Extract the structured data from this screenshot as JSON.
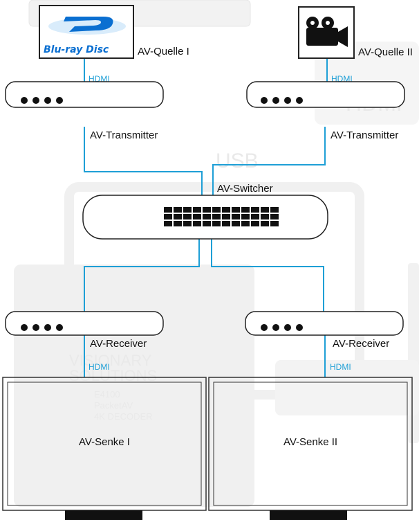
{
  "nodes": {
    "source1": {
      "label": "AV-Quelle I",
      "logo_text": "Blu-ray Disc"
    },
    "source2": {
      "label": "AV-Quelle II"
    },
    "tx1": {
      "label": "AV-Transmitter"
    },
    "tx2": {
      "label": "AV-Transmitter"
    },
    "switch": {
      "label": "AV-Switcher"
    },
    "rx1": {
      "label": "AV-Receiver"
    },
    "rx2": {
      "label": "AV-Receiver"
    },
    "sink1": {
      "label": "AV-Senke I"
    },
    "sink2": {
      "label": "AV-Senke II"
    }
  },
  "edges": {
    "src1_tx1": "HDMI",
    "src2_tx2": "HDMI",
    "rx1_sink1": "HDMI",
    "rx2_sink2": "HDMI"
  },
  "background": {
    "hdmi_text": "HDMI",
    "usb_text": "USB",
    "device_brand_1": "VISIONARY",
    "device_brand_2": "SOLUTIONS",
    "device_model_1": "E4100",
    "device_model_2": "PacketAV",
    "device_model_3": "4K DECODER"
  },
  "colors": {
    "link": "#1e9fd6",
    "box_stroke": "#222222"
  }
}
